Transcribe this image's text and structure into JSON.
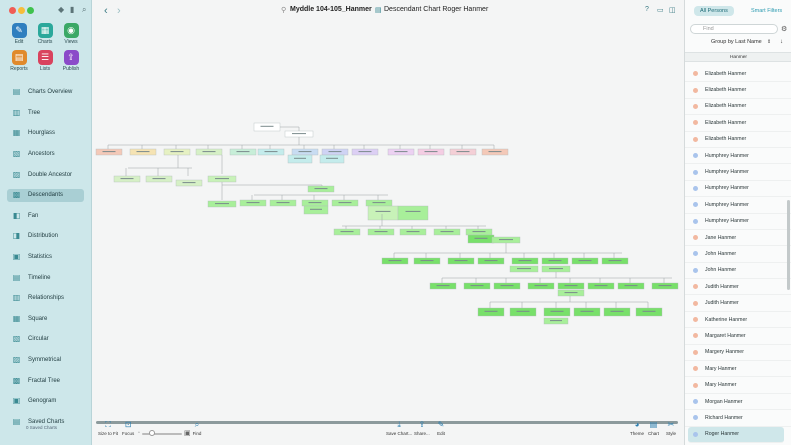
{
  "sidebar": {
    "toolbar": [
      {
        "label": "Edit",
        "icon": "pencil-icon",
        "color": "#2f7fbf"
      },
      {
        "label": "Charts",
        "icon": "charts-icon",
        "color": "#2aa89b"
      },
      {
        "label": "Views",
        "icon": "eye-icon",
        "color": "#3aa866"
      },
      {
        "label": "Reports",
        "icon": "reports-icon",
        "color": "#e08a2c"
      },
      {
        "label": "Lists",
        "icon": "lists-icon",
        "color": "#d9435e"
      },
      {
        "label": "Publish",
        "icon": "publish-icon",
        "color": "#8b4bc9"
      }
    ],
    "nav": [
      {
        "label": "Charts Overview",
        "icon": "charts-overview-icon"
      },
      {
        "label": "Tree",
        "icon": "tree-icon"
      },
      {
        "label": "Hourglass",
        "icon": "hourglass-icon"
      },
      {
        "label": "Ancestors",
        "icon": "ancestors-icon"
      },
      {
        "label": "Double Ancestor",
        "icon": "double-ancestor-icon"
      },
      {
        "label": "Descendants",
        "icon": "descendants-icon",
        "selected": true
      },
      {
        "label": "Fan",
        "icon": "fan-icon"
      },
      {
        "label": "Distribution",
        "icon": "distribution-icon"
      },
      {
        "label": "Statistics",
        "icon": "statistics-icon"
      },
      {
        "label": "Timeline",
        "icon": "timeline-icon"
      },
      {
        "label": "Relationships",
        "icon": "relationships-icon"
      },
      {
        "label": "Square",
        "icon": "square-icon"
      },
      {
        "label": "Circular",
        "icon": "circular-icon"
      },
      {
        "label": "Symmetrical",
        "icon": "symmetrical-icon"
      },
      {
        "label": "Fractal Tree",
        "icon": "fractal-tree-icon"
      },
      {
        "label": "Genogram",
        "icon": "genogram-icon"
      },
      {
        "label": "Saved Charts",
        "icon": "saved-charts-icon"
      }
    ],
    "saved_charts_sub": "0 Saved Charts"
  },
  "header": {
    "document_title": "Myddle 104-105_Hanmer",
    "chart_title": "Descendant Chart Roger  Hanmer"
  },
  "bottom_toolbar": {
    "size_to_fit": "Size to Fit",
    "focus": "Focus",
    "find": "Find",
    "save_chart": "Save Chart...",
    "share": "Share...",
    "edit": "Edit",
    "theme": "Theme",
    "chart": "Chart",
    "style": "Style"
  },
  "right_panel": {
    "tab_all": "All Persons",
    "tab_smart": "Smart Filters",
    "find_placeholder": "Find",
    "sort_label": "Group by Last Name",
    "group_header": "Hanmer",
    "persons": [
      {
        "name": "Elizabeth Hanmer",
        "gender": "female"
      },
      {
        "name": "Elizabeth Hanmer",
        "gender": "female"
      },
      {
        "name": "Elizabeth Hanmer",
        "gender": "female"
      },
      {
        "name": "Elizabeth Hanmer",
        "gender": "female"
      },
      {
        "name": "Elizabeth Hanmer",
        "gender": "female"
      },
      {
        "name": "Humphrey Hanmer",
        "gender": "male"
      },
      {
        "name": "Humphrey Hanmer",
        "gender": "male"
      },
      {
        "name": "Humphrey Hanmer",
        "gender": "male"
      },
      {
        "name": "Humphrey Hanmer",
        "gender": "male"
      },
      {
        "name": "Humphrey Hanmer",
        "gender": "male"
      },
      {
        "name": "Jane Hanmer",
        "gender": "female"
      },
      {
        "name": "John Hanmer",
        "gender": "male"
      },
      {
        "name": "John Hanmer",
        "gender": "male"
      },
      {
        "name": "Judith Hanmer",
        "gender": "female"
      },
      {
        "name": "Judith Hanmer",
        "gender": "female"
      },
      {
        "name": "Katherine Hanmer",
        "gender": "female"
      },
      {
        "name": "Margaret Hanmer",
        "gender": "female"
      },
      {
        "name": "Margery Hanmer",
        "gender": "female"
      },
      {
        "name": "Mary Hanmer",
        "gender": "female"
      },
      {
        "name": "Mary Hanmer",
        "gender": "female"
      },
      {
        "name": "Morgan Hanmer",
        "gender": "male"
      },
      {
        "name": "Richard Hanmer",
        "gender": "male"
      },
      {
        "name": "Roger  Hanmer",
        "gender": "male",
        "selected": true
      }
    ],
    "colors": {
      "female": "#f2b8a0",
      "male": "#a9c4ec"
    }
  },
  "chart_colors": {
    "root": "#ffffff",
    "gen1": [
      "#f4c9b8",
      "#f5e3b3",
      "#e6f1c2",
      "#d6f0c6",
      "#c7eed8",
      "#c4ecec",
      "#c8dcf2",
      "#cfd3f4",
      "#dccff4",
      "#ecd1f2",
      "#f4cde3",
      "#f4cfd6"
    ],
    "green": "#a8ef9a",
    "green_bright": "#78e06a"
  }
}
